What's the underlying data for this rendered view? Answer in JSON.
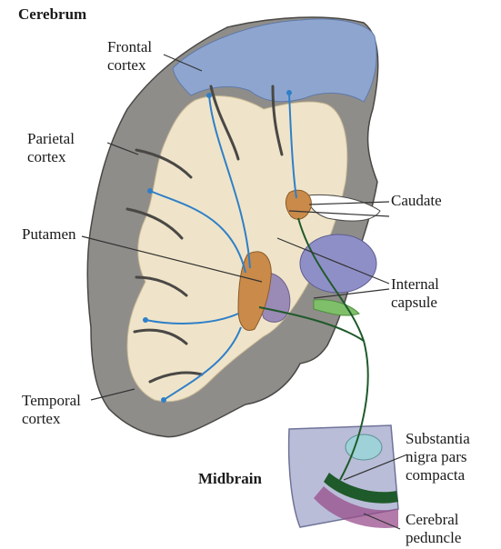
{
  "title": "Cerebrum",
  "labels": {
    "frontal": "Frontal\ncortex",
    "parietal": "Parietal\ncortex",
    "putamen": "Putamen",
    "caudate": "Caudate",
    "internal_capsule": "Internal\ncapsule",
    "temporal": "Temporal\ncortex",
    "midbrain": "Midbrain",
    "substantia_nigra": "Substantia\nnigra pars\ncompacta",
    "cerebral_peduncle": "Cerebral\npeduncle"
  },
  "colors": {
    "cortex_gray": "#8f8d8a",
    "white_matter": "#efe4c9",
    "frontal_blue": "#8ea6cf",
    "striatum_orange": "#c98a4a",
    "globus_pallidus_purple": "#9a8ab6",
    "thalamus_blue": "#8f8fc8",
    "cortical_pathway": "#2f7fc8",
    "nigrostriatal_pathway": "#1f5a2a"
  }
}
